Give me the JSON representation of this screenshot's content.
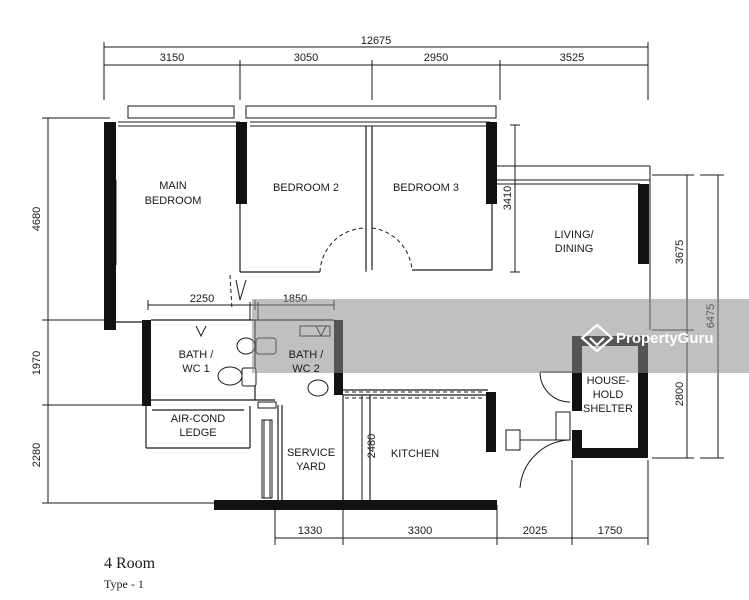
{
  "plan": {
    "overall_width": "12675",
    "top_dims": [
      "3150",
      "3050",
      "2950",
      "3525"
    ],
    "left_dims": [
      "4680",
      "1970",
      "2280"
    ],
    "right_dims": [
      "3675",
      "2800",
      "6475"
    ],
    "bottom_dims": [
      "1330",
      "3300",
      "2025",
      "1750"
    ],
    "inner_dims": {
      "bath_width_1": "2250",
      "bath_width_2": "1850",
      "bedroom3_depth": "3410",
      "kitchen_depth": "2480"
    },
    "rooms": {
      "main_bedroom": [
        "MAIN",
        "BEDROOM"
      ],
      "bedroom_2": "BEDROOM 2",
      "bedroom_3": "BEDROOM 3",
      "living_dining": [
        "LIVING/",
        "DINING"
      ],
      "bath_wc_1": [
        "BATH /",
        "WC 1"
      ],
      "bath_wc_2": [
        "BATH /",
        "WC 2"
      ],
      "aircon_ledge": [
        "AIR-COND",
        "LEDGE"
      ],
      "service_yard": [
        "SERVICE",
        "YARD"
      ],
      "kitchen": "KITCHEN",
      "household_shelter": [
        "HOUSE-",
        "HOLD",
        "SHELTER"
      ]
    }
  },
  "caption": {
    "title": "4 Room",
    "subtitle": "Type - 1"
  },
  "watermark": {
    "text": "PropertyGuru"
  },
  "colors": {
    "line": "#1a1a1a",
    "wall": "#111111",
    "watermark_band": "#8c8c8c"
  }
}
